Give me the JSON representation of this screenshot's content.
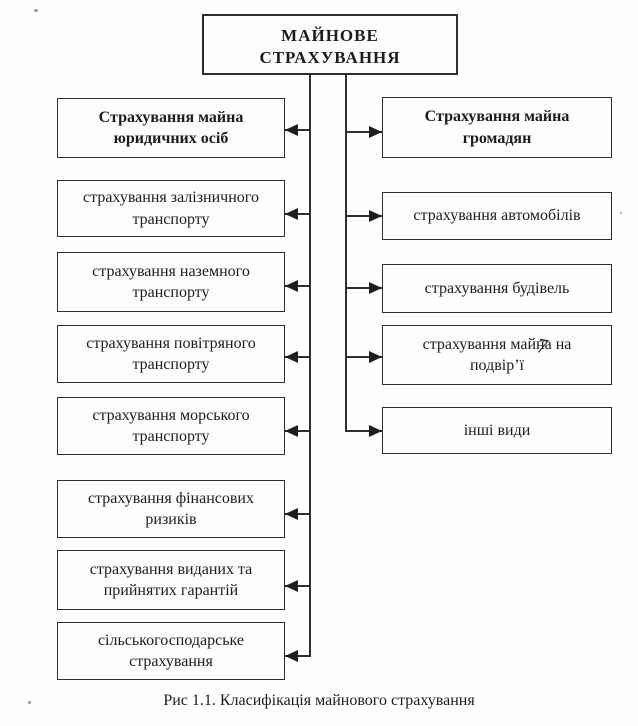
{
  "title_box": {
    "text": "МАЙНОВЕ СТРАХУВАННЯ"
  },
  "left_column": {
    "boxes": [
      {
        "text": "Страхування майна\nюридичних осіб",
        "bold": true
      },
      {
        "text": "страхування залізничного\nтранспорту",
        "bold": false
      },
      {
        "text": "страхування наземного\nтранспорту",
        "bold": false
      },
      {
        "text": "страхування повітряного\nтранспорту",
        "bold": false
      },
      {
        "text": "страхування морського\nтранспорту",
        "bold": false
      },
      {
        "text": "страхування фінансових\nризиків",
        "bold": false
      },
      {
        "text": "страхування виданих та\nприйнятих гарантій",
        "bold": false
      },
      {
        "text": "сільськогосподарське\nстрахування",
        "bold": false
      }
    ]
  },
  "right_column": {
    "boxes": [
      {
        "text": "Страхування майна\nгромадян",
        "bold": true
      },
      {
        "text": "страхування автомобілів",
        "bold": false
      },
      {
        "text": "страхування будівель",
        "bold": false
      },
      {
        "text": "страхування майна на\nподвір’ї",
        "bold": false
      },
      {
        "text": "інші види",
        "bold": false
      }
    ]
  },
  "caption": "Рис 1.1. Класифікація майнового страхування",
  "scan_artifact": "7",
  "colors": {
    "line": "#2e2e2e",
    "text": "#1c1c1c",
    "background": "#fefefe"
  }
}
